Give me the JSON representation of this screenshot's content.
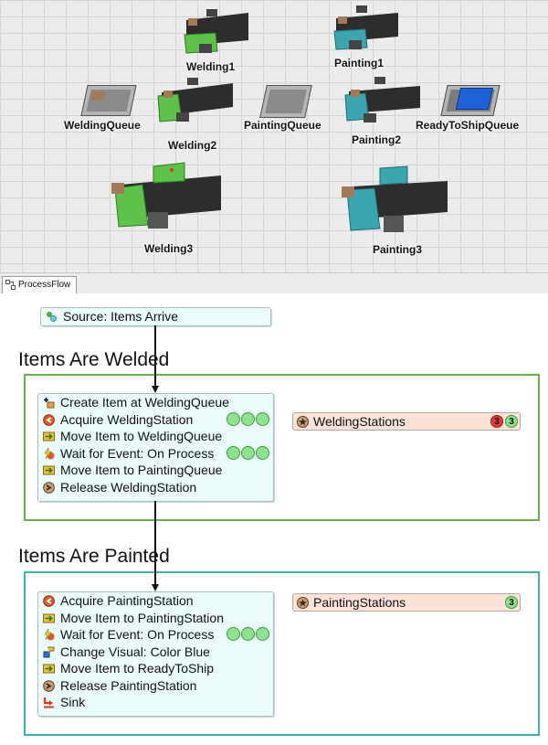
{
  "view3d": {
    "objects": {
      "welding1": "Welding1",
      "painting1": "Painting1",
      "welding_queue": "WeldingQueue",
      "welding2": "Welding2",
      "painting_queue": "PaintingQueue",
      "painting2": "Painting2",
      "ready_to_ship_queue": "ReadyToShipQueue",
      "welding3": "Welding3",
      "painting3": "Painting3"
    },
    "colors": {
      "welding": "#5cc24a",
      "painting": "#3aa6b0",
      "floor": "#ececec",
      "ready_items": "#1f62d8"
    }
  },
  "tab": {
    "label": "ProcessFlow"
  },
  "process_flow": {
    "source": {
      "label": "Source: Items Arrive"
    },
    "welded": {
      "heading": "Items Are Welded",
      "border_color": "#6bb244",
      "activities": [
        {
          "label": "Create Item at WeldingQueue",
          "icon": "create-icon"
        },
        {
          "label": "Acquire WeldingStation",
          "icon": "acquire-icon",
          "tokens": 3
        },
        {
          "label": "Move Item to WeldingQueue",
          "icon": "move-icon"
        },
        {
          "label": "Wait for Event: On Process",
          "icon": "wait-event-icon",
          "tokens": 3
        },
        {
          "label": "Move Item to PaintingQueue",
          "icon": "move-icon"
        },
        {
          "label": "Release WeldingStation",
          "icon": "release-icon"
        }
      ],
      "resource": {
        "label": "WeldingStations",
        "badge_red": "3",
        "badge_green": "3"
      }
    },
    "painted": {
      "heading": "Items Are Painted",
      "border_color": "#3bb3b0",
      "activities": [
        {
          "label": "Acquire PaintingStation",
          "icon": "acquire-icon"
        },
        {
          "label": "Move Item to PaintingStation",
          "icon": "move-icon"
        },
        {
          "label": "Wait for Event: On Process",
          "icon": "wait-event-icon",
          "tokens": 3
        },
        {
          "label": "Change Visual: Color Blue",
          "icon": "change-visual-icon"
        },
        {
          "label": "Move Item to ReadyToShip",
          "icon": "move-icon"
        },
        {
          "label": "Release PaintingStation",
          "icon": "release-icon"
        },
        {
          "label": "Sink",
          "icon": "sink-icon"
        }
      ],
      "resource": {
        "label": "PaintingStations",
        "badge_green": "3"
      }
    }
  }
}
